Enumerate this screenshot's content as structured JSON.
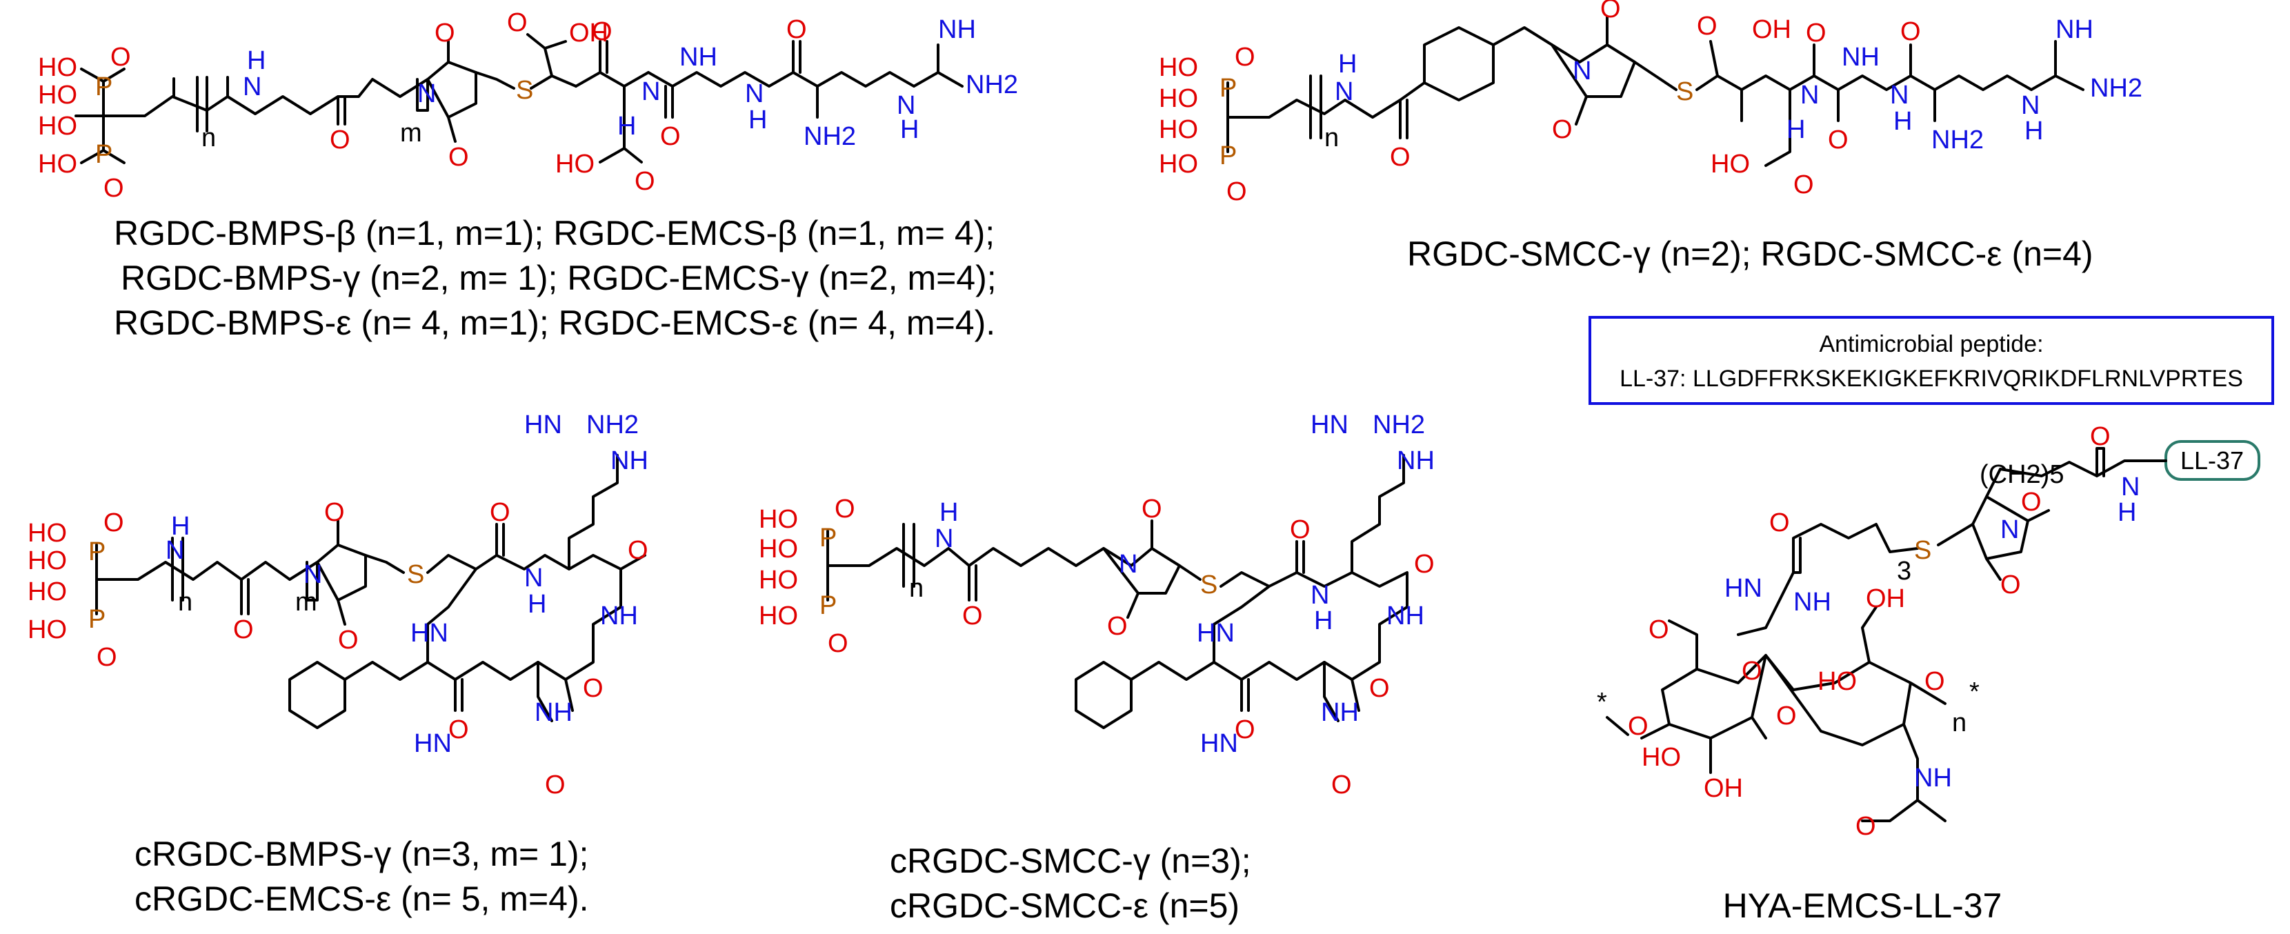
{
  "colors": {
    "oxygen": "#e00000",
    "nitrogen": "#1010e0",
    "sulfur_phosphorus": "#b35a00",
    "carbon": "#000000",
    "box_border": "#1010e0",
    "ll37_box_border": "#2a7a6a"
  },
  "atoms": {
    "O": "O",
    "OH": "OH",
    "HO": "HO",
    "P": "P",
    "S": "S",
    "N": "N",
    "H": "H",
    "NH": "NH",
    "NH2": "NH2",
    "HN": "HN",
    "n": "n",
    "m": "m",
    "star": "*"
  },
  "captions": {
    "a1": "RGDC-BMPS-β (n=1, m=1); RGDC-EMCS-β (n=1, m= 4);",
    "a2": "RGDC-BMPS-γ (n=2, m= 1); RGDC-EMCS-γ (n=2, m=4);",
    "a3": "RGDC-BMPS-ε (n= 4, m=1); RGDC-EMCS-ε (n= 4, m=4).",
    "b1": "RGDC-SMCC-γ (n=2); RGDC-SMCC-ε (n=4)",
    "c1": "cRGDC-BMPS-γ (n=3, m= 1);",
    "c2": "cRGDC-EMCS-ε (n= 5, m=4).",
    "d1": "cRGDC-SMCC-γ (n=3);",
    "d2": "cRGDC-SMCC-ε (n=5)",
    "e1": "HYA-EMCS-LL-37"
  },
  "peptide_box": {
    "title": "Antimicrobial peptide:",
    "sequence": "LL-37: LLGDFFRKSKEKIGKEFKRIVQRIKDFLRNLVPRTES"
  },
  "hya": {
    "ll37_label": "LL-37",
    "ch2_label": "(CH2)5",
    "subscript_3": "3"
  }
}
